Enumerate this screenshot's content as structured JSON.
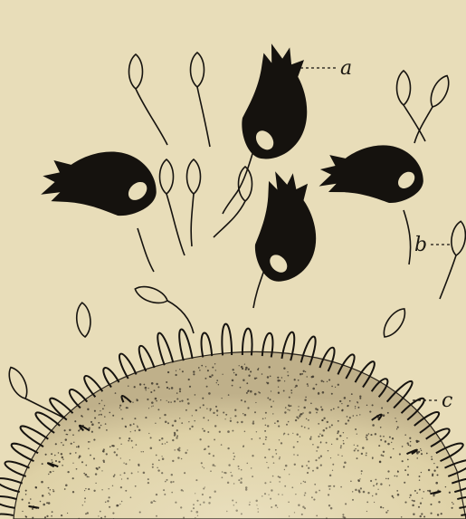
{
  "figure": {
    "labels": {
      "a": "a",
      "b": "b",
      "c": "c"
    },
    "colors": {
      "background": "#e8ddb9",
      "ink": "#16130f",
      "stipple": "#3a342a",
      "mass_fill": "#e2d6ad"
    }
  }
}
